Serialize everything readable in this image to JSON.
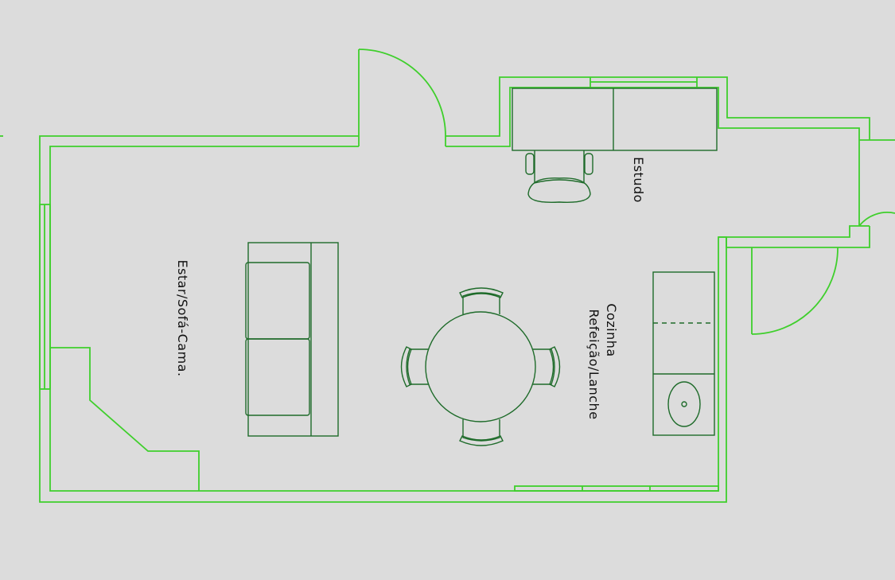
{
  "rooms": {
    "living": "Estar/Sofá-Cama.",
    "kitchen_line1": "Cozinha",
    "kitchen_line2": "Refeição/Lanche",
    "study": "Estudo"
  },
  "colors": {
    "background": "#dcdcdc",
    "walls": "#3fcf2c",
    "furniture": "#1e6b2a",
    "text": "#111111"
  }
}
